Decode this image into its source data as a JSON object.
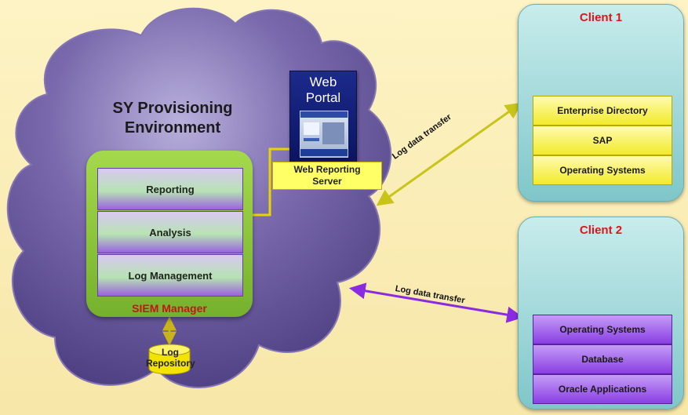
{
  "environment": {
    "title_line1": "SY Provisioning",
    "title_line2": "Environment"
  },
  "siem": {
    "label": "SIEM Manager",
    "layers": [
      "Reporting",
      "Analysis",
      "Log Management"
    ]
  },
  "portal": {
    "line1": "Web",
    "line2": "Portal"
  },
  "web_reporting_server": {
    "line1": "Web Reporting",
    "line2": "Server"
  },
  "repository": {
    "line1": "Log",
    "line2": "Repository"
  },
  "transfers": {
    "client1": "Log data transfer",
    "client2": "Log data transfer"
  },
  "client1": {
    "title": "Client 1",
    "items": [
      "Enterprise Directory",
      "SAP",
      "Operating Systems"
    ]
  },
  "client2": {
    "title": "Client 2",
    "items": [
      "Operating Systems",
      "Database",
      "Oracle Applications"
    ]
  },
  "colors": {
    "cloud": "#6b5a9c",
    "arrow_client1": "#c8c41a",
    "arrow_client2": "#8a2be2",
    "siem_label": "#c0181a",
    "client_title": "#e3121a"
  }
}
